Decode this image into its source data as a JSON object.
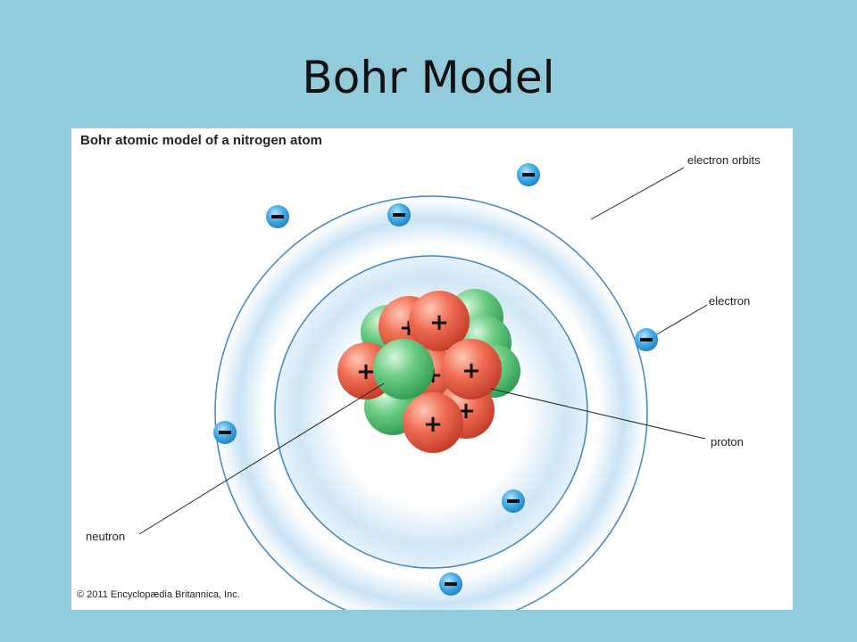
{
  "slide": {
    "title": "Bohr Model"
  },
  "figure": {
    "title": "Bohr atomic model of a nitrogen atom",
    "copyright": "© 2011 Encyclopædia Britannica, Inc.",
    "labels": {
      "electron_orbits": "electron orbits",
      "electron": "electron",
      "proton": "proton",
      "neutron": "neutron"
    },
    "electron_symbol": "−",
    "proton_symbol": "+",
    "colors": {
      "background": "#92cbdc",
      "proton": "#e8604a",
      "neutron": "#5dc27a",
      "electron": "#3aa4e0",
      "orbit_glow": "#bcdcf3",
      "orbit_line": "#3d86c9"
    },
    "counts": {
      "electrons": 7,
      "protons": 7,
      "neutrons": 7
    }
  }
}
